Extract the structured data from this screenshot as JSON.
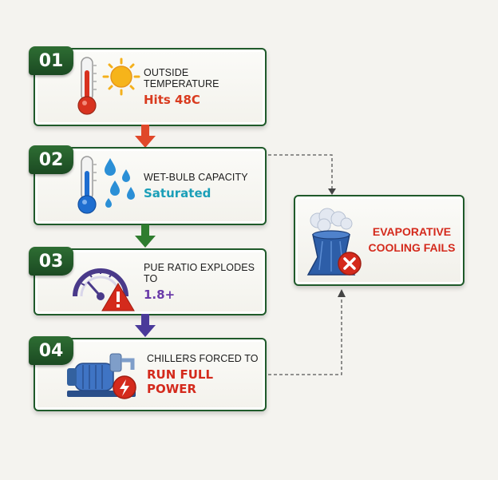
{
  "steps": [
    {
      "number": "01",
      "line1": "OUTSIDE TEMPERATURE",
      "line2": "Hits 48C",
      "line2_color": "#d93b1f",
      "icon": "thermometer-sun-icon"
    },
    {
      "number": "02",
      "line1": "WET-BULB CAPACITY",
      "line2": "Saturated",
      "line2_color": "#1b9fb8",
      "icon": "thermometer-droplets-icon"
    },
    {
      "number": "03",
      "line1": "PUE RATIO EXPLODES TO",
      "line2": "1.8+",
      "line2_color": "#6a3aa8",
      "icon": "gauge-warning-icon"
    },
    {
      "number": "04",
      "line1": "CHILLERS FORCED TO",
      "line2": "RUN FULL POWER",
      "line2_color": "#d42a1c",
      "icon": "chiller-pump-icon"
    }
  ],
  "arrows": [
    {
      "color": "#e0482a",
      "icon": "down-arrow-icon"
    },
    {
      "color": "#2f7d2f",
      "icon": "down-arrow-icon"
    },
    {
      "color": "#4a3a9a",
      "icon": "down-arrow-icon"
    }
  ],
  "outcome": {
    "line1": "EVAPORATIVE",
    "line2": "COOLING FAILS",
    "icon": "cooling-tower-fail-icon"
  },
  "colors": {
    "card_border": "#1f5a2a",
    "badge": "#245c2a",
    "connector": "#555555"
  }
}
